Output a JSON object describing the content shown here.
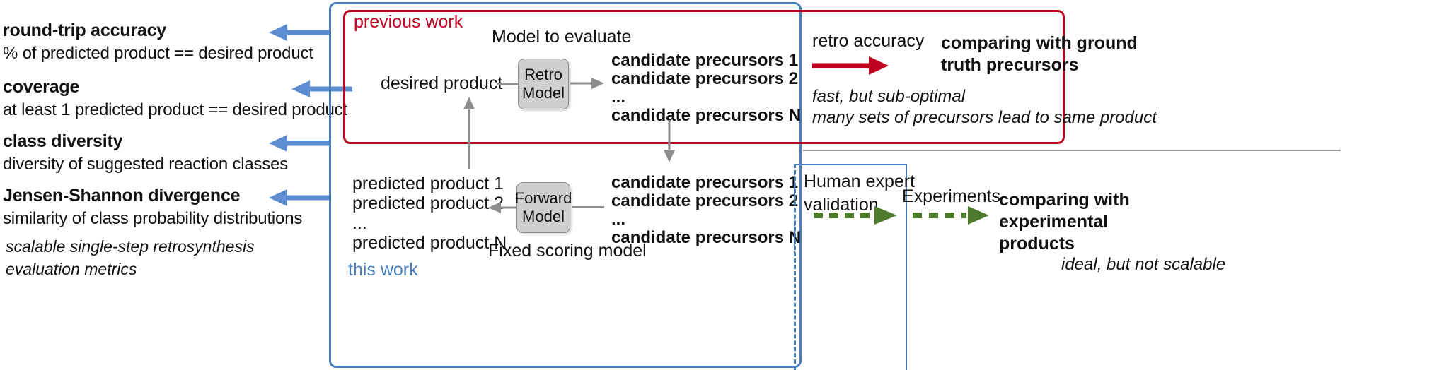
{
  "metrics": [
    {
      "title": "round-trip accuracy",
      "desc": "% of predicted product == desired product"
    },
    {
      "title": "coverage",
      "desc": "at least 1 predicted product == desired product"
    },
    {
      "title": "class diversity",
      "desc": "diversity of suggested reaction classes"
    },
    {
      "title": "Jensen-Shannon divergence",
      "desc": "similarity of class probability distributions"
    }
  ],
  "left_caption": {
    "line1": "scalable single-step retrosynthesis",
    "line2": "evaluation metrics"
  },
  "center": {
    "previous_work_label": "previous work",
    "this_work_label": "this work",
    "model_to_evaluate": "Model to evaluate",
    "fixed_scoring_model": "Fixed scoring model",
    "desired_product": "desired product",
    "retro_model": {
      "line1": "Retro",
      "line2": "Model"
    },
    "forward_model": {
      "line1": "Forward",
      "line2": "Model"
    },
    "candidates_top": [
      "candidate precursors 1",
      "candidate precursors 2",
      "...",
      "candidate precursors N"
    ],
    "candidates_bottom": [
      "candidate precursors 1",
      "candidate precursors 2",
      "...",
      "candidate precursors N"
    ],
    "predicted_products": [
      "predicted product 1",
      "predicted product 2",
      "...",
      "predicted product N"
    ]
  },
  "right": {
    "retro_accuracy_label": "retro accuracy",
    "ground_truth": {
      "line1": "comparing with ground",
      "line2": "truth precursors"
    },
    "notes": {
      "line1": "fast, but sub-optimal",
      "line2": "many sets of precursors lead to same product"
    },
    "human_expert": {
      "line1": "Human expert",
      "line2": "validation"
    },
    "experiments_label": "Experiments",
    "experimental": {
      "line1": "comparing with",
      "line2": "experimental",
      "line3": "products"
    },
    "bottom_note": "ideal, but not scalable"
  },
  "colors": {
    "previous_work_red": "#c00020",
    "this_work_blue": "#4a7ebb",
    "arrow_blue": "#5b8dd0",
    "arrow_green": "#4d7a2b",
    "model_gray": "#cfcfcf",
    "connector_gray": "#8d8d8d"
  }
}
